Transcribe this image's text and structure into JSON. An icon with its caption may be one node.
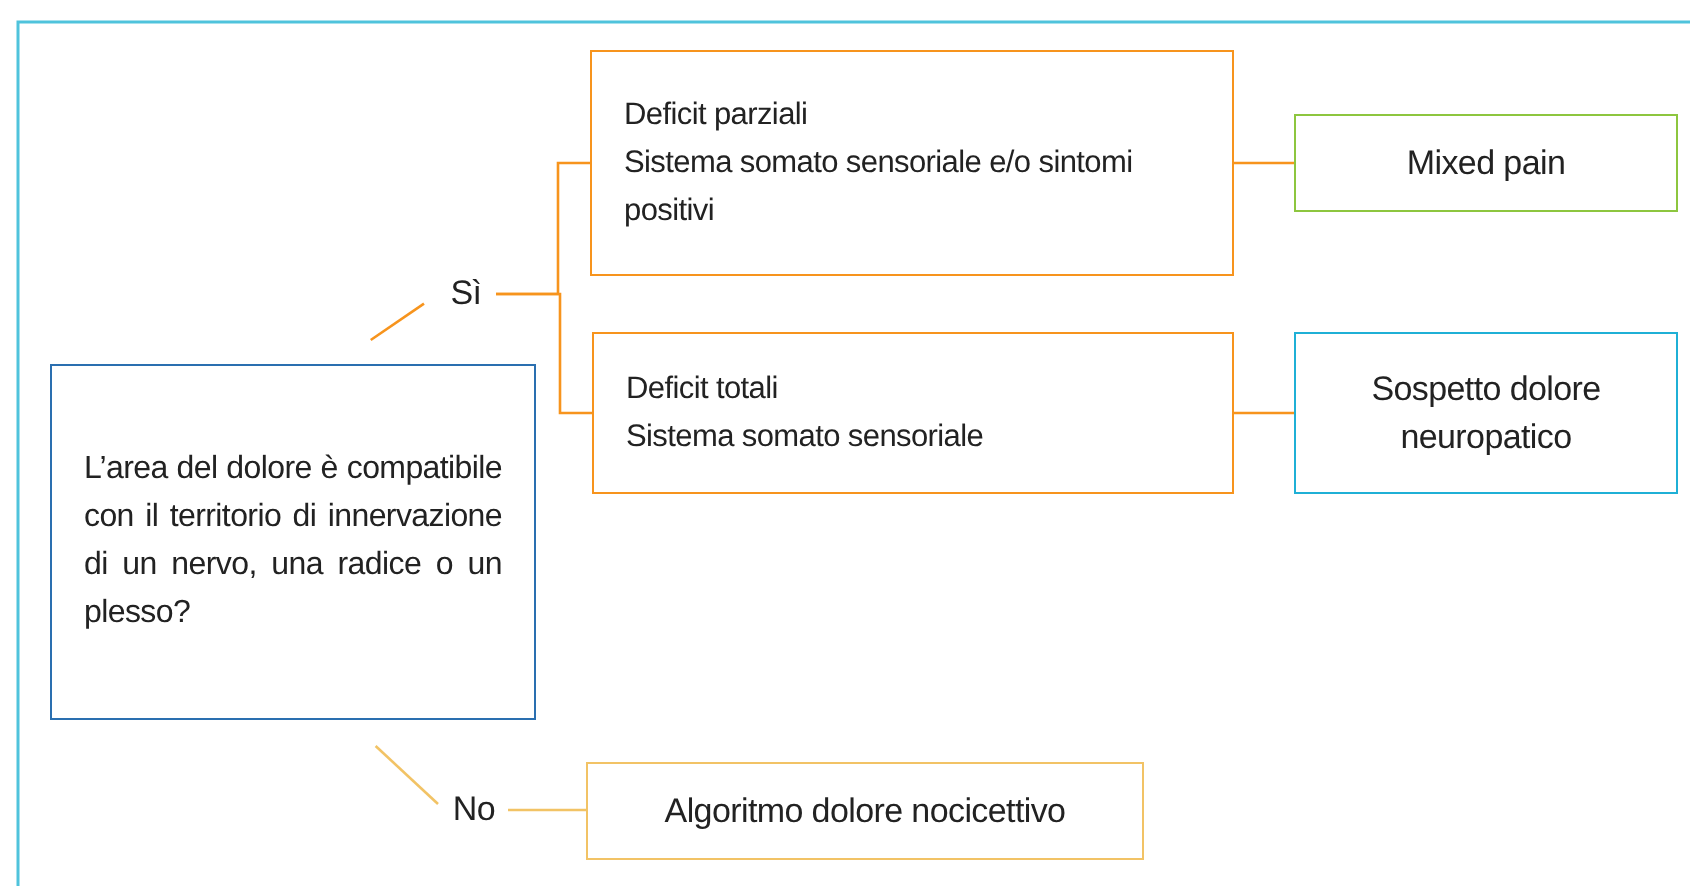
{
  "diagram": {
    "nodes": [
      {
        "text": [
          "L’area del dolore è compatibile con il territorio di innervazione di un nervo, una radice o un plesso?"
        ]
      },
      {
        "text": [
          "Sì"
        ]
      },
      {
        "text": [
          "Deficit parziali",
          "Sistema somato sensoriale e/o sintomi positivi"
        ]
      },
      {
        "text": [
          "Deficit totali",
          "Sistema somato sensoriale"
        ]
      },
      {
        "text": [
          "Mixed pain"
        ]
      },
      {
        "text": [
          "Sospetto dolore neuropatico"
        ]
      },
      {
        "text": [
          "No"
        ]
      },
      {
        "text": [
          "Algoritmo dolore nocicettivo"
        ]
      }
    ],
    "edges": [
      {
        "from": 0,
        "to": 1,
        "arrow": "none"
      },
      {
        "from": 1,
        "to": 2,
        "arrow": "none"
      },
      {
        "from": 1,
        "to": 3,
        "arrow": "none"
      },
      {
        "from": 2,
        "to": 4,
        "arrow": "none"
      },
      {
        "from": 3,
        "to": 5,
        "arrow": "none"
      },
      {
        "from": 0,
        "to": 6,
        "arrow": "none",
        "color": "#f2c365"
      },
      {
        "from": 6,
        "to": 7,
        "arrow": "none",
        "color": "#f2c365"
      }
    ]
  }
}
